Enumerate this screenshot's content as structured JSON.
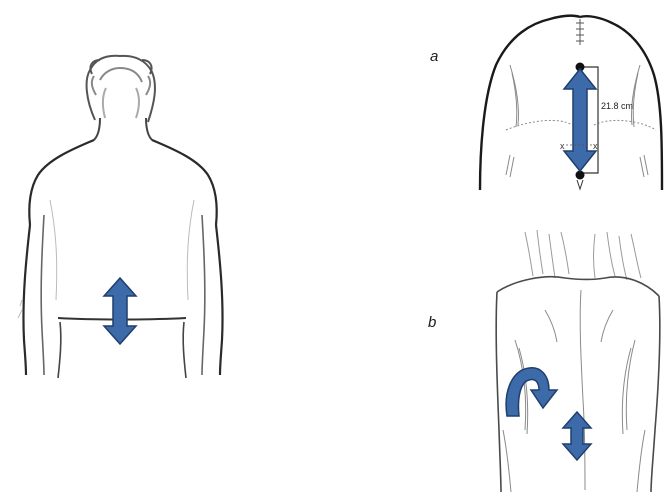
{
  "figure": {
    "panel_a": {
      "label": "a",
      "measurement": "21.8 cm",
      "landmark_mark_left": "x",
      "landmark_mark_right": "x"
    },
    "panel_b": {
      "label": "b"
    }
  },
  "colors": {
    "arrow_fill": "#3d6aa8",
    "arrow_stroke": "#1f3f6e",
    "line_art": "#2a2a2a",
    "sketch_shading": "#8a8a8a"
  },
  "icons": {
    "vertical_arrow": "double-headed-vertical-arrow",
    "rotation_arrow": "curved-rotation-arrow"
  }
}
